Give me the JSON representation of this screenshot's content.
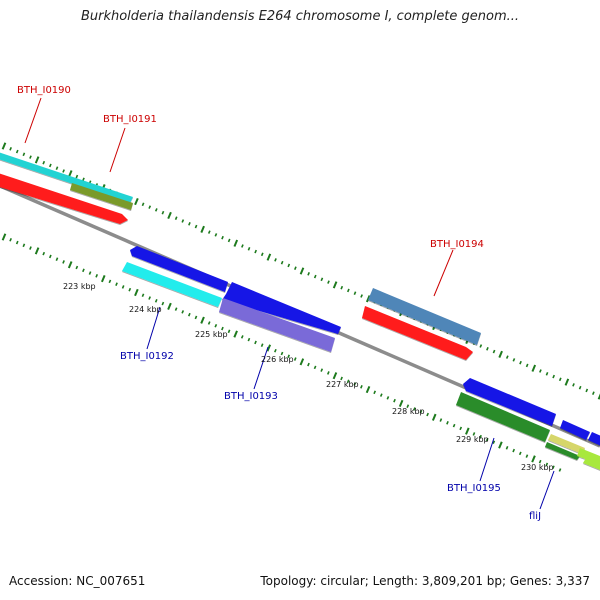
{
  "title": "Burkholderia thailandensis E264 chromosome I, complete genom...",
  "footer": {
    "accession": "Accession: NC_007651",
    "summary": "Topology: circular; Length: 3,809,201 bp; Genes: 3,337"
  },
  "ticks": [
    "223 kbp",
    "224 kbp",
    "225 kbp",
    "226 kbp",
    "227 kbp",
    "228 kbp",
    "229 kbp",
    "230 kbp"
  ],
  "gene_labels": [
    {
      "text": "BTH_I0190",
      "color": "#cc0000"
    },
    {
      "text": "BTH_I0191",
      "color": "#cc0000"
    },
    {
      "text": "BTH_I0194",
      "color": "#cc0000"
    },
    {
      "text": "BTH_I0192",
      "color": "#0000aa"
    },
    {
      "text": "BTH_I0193",
      "color": "#0000aa"
    },
    {
      "text": "BTH_I0195",
      "color": "#0000aa"
    },
    {
      "text": "fliJ",
      "color": "#0000aa"
    }
  ],
  "colors": {
    "backbone": "#8c8c8c",
    "tick_dot": "#1d7a1d",
    "red": "#ff1a1a",
    "cyan": "#22d3d3",
    "olive": "#7a9a2a",
    "blue": "#1515e6",
    "lightblue": "#4f86b8",
    "violet": "#7a6ad8",
    "green": "#2c8c2c",
    "lime": "#a8e83c"
  }
}
